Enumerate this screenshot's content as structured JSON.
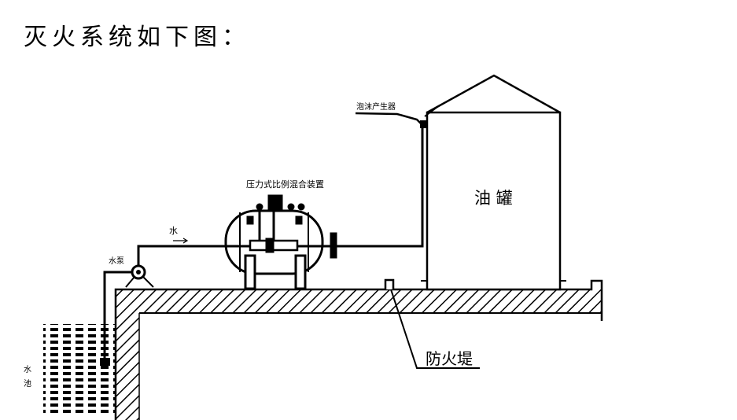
{
  "title": "灭火系统如下图：",
  "labels": {
    "mixer": "压力式比例混合装置",
    "foam_generator": "泡沫产生器",
    "tank": "油 罐",
    "water": "水",
    "pump": "水泵",
    "pool": "水池",
    "dike": "防火堤"
  }
}
